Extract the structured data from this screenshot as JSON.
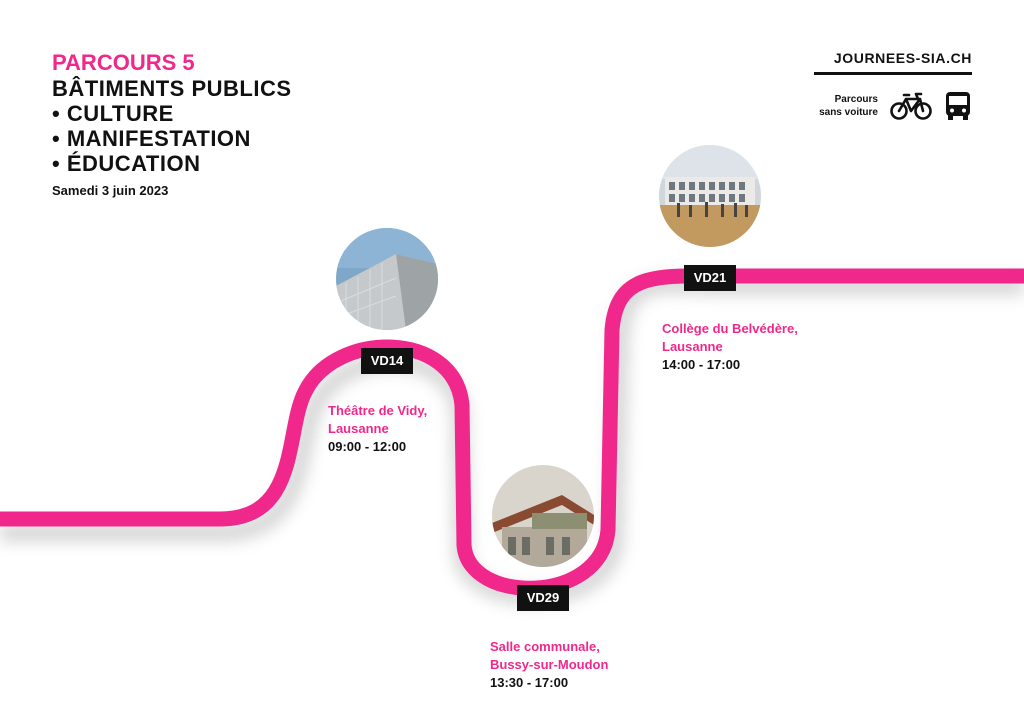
{
  "header": {
    "route_label": "PARCOURS 5",
    "categories": [
      "BÂTIMENTS PUBLICS",
      "• CULTURE",
      "• MANIFESTATION",
      "• ÉDUCATION"
    ],
    "date": "Samedi 3 juin 2023"
  },
  "site": {
    "name": "JOURNEES-SIA.CH",
    "no_car_line1": "Parcours",
    "no_car_line2": "sans voiture",
    "icons": [
      "bicycle-icon",
      "bus-icon"
    ]
  },
  "colors": {
    "accent": "#f0288c",
    "dark": "#111111"
  },
  "stops": [
    {
      "code": "VD14",
      "name_line1": "Théâtre de Vidy,",
      "name_line2": "Lausanne",
      "time": "09:00 - 12:00"
    },
    {
      "code": "VD29",
      "name_line1": "Salle communale,",
      "name_line2": "Bussy-sur-Moudon",
      "time": "13:30 - 17:00"
    },
    {
      "code": "VD21",
      "name_line1": "Collège du Belvédère,",
      "name_line2": "Lausanne",
      "time": "14:00 - 17:00"
    }
  ]
}
